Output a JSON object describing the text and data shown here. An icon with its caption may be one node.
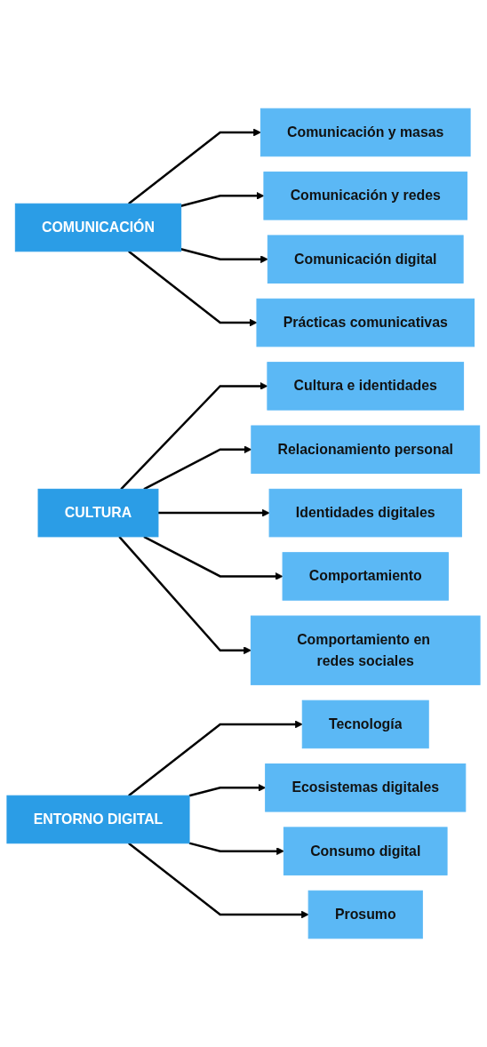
{
  "diagram": {
    "nodes": [
      {
        "text": [
          "COMUNICACIÓN"
        ]
      },
      {
        "text": [
          "Comunicación y masas"
        ]
      },
      {
        "text": [
          "Comunicación y redes"
        ]
      },
      {
        "text": [
          "Comunicación digital"
        ]
      },
      {
        "text": [
          "Prácticas comunicativas"
        ]
      },
      {
        "text": [
          "CULTURA"
        ]
      },
      {
        "text": [
          "Cultura e identidades"
        ]
      },
      {
        "text": [
          "Relacionamiento personal"
        ]
      },
      {
        "text": [
          "Identidades digitales"
        ]
      },
      {
        "text": [
          "Comportamiento"
        ]
      },
      {
        "text": [
          "Comportamiento en redes sociales"
        ]
      },
      {
        "text": [
          "ENTORNO DIGITAL"
        ]
      },
      {
        "text": [
          "Tecnología"
        ]
      },
      {
        "text": [
          "Ecosistemas digitales"
        ]
      },
      {
        "text": [
          "Consumo digital"
        ]
      },
      {
        "text": [
          "Prosumo"
        ]
      }
    ],
    "edges": [
      {
        "from": 0,
        "to": 1,
        "arrow": "to"
      },
      {
        "from": 0,
        "to": 2,
        "arrow": "to"
      },
      {
        "from": 0,
        "to": 3,
        "arrow": "to"
      },
      {
        "from": 0,
        "to": 4,
        "arrow": "to"
      },
      {
        "from": 5,
        "to": 6,
        "arrow": "to"
      },
      {
        "from": 5,
        "to": 7,
        "arrow": "to"
      },
      {
        "from": 5,
        "to": 8,
        "arrow": "to"
      },
      {
        "from": 5,
        "to": 9,
        "arrow": "to"
      },
      {
        "from": 5,
        "to": 10,
        "arrow": "to"
      },
      {
        "from": 11,
        "to": 12,
        "arrow": "to"
      },
      {
        "from": 11,
        "to": 13,
        "arrow": "to"
      },
      {
        "from": 11,
        "to": 14,
        "arrow": "to"
      },
      {
        "from": 11,
        "to": 15,
        "arrow": "to"
      }
    ]
  }
}
